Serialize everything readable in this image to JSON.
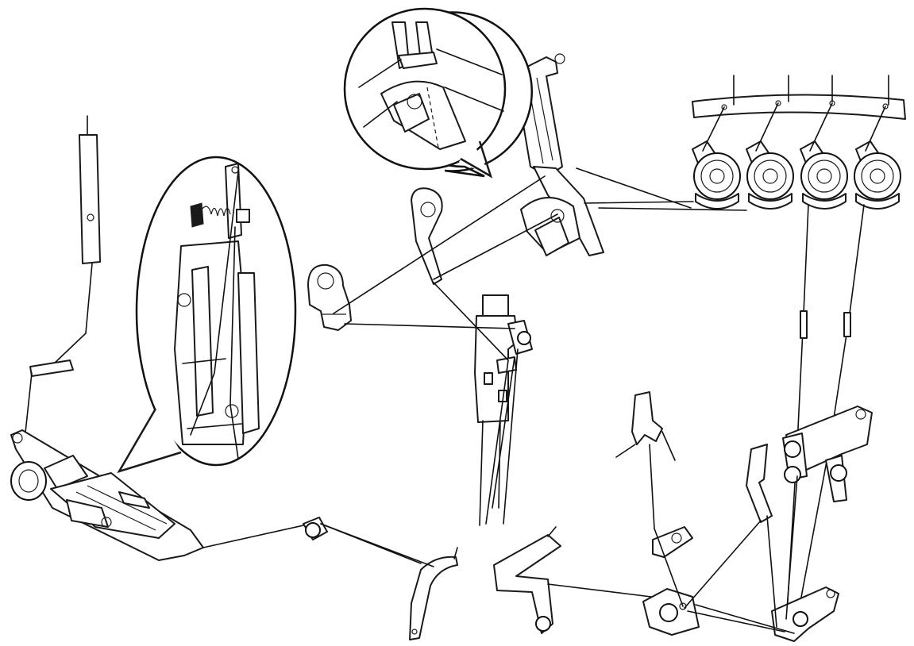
{
  "colors": {
    "line": "#1a1a1a",
    "background": "#ffffff"
  },
  "figure": {
    "kind": "serger threading path line drawing",
    "tension_dial_count": 4,
    "detail_callouts": 2,
    "labels": []
  }
}
